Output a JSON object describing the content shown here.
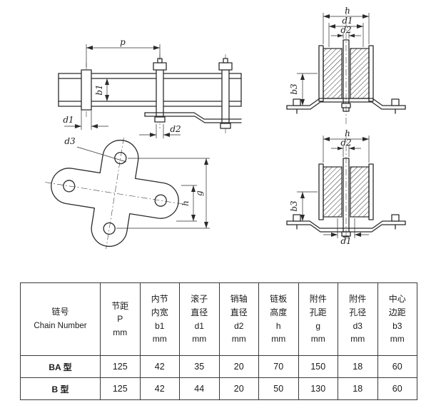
{
  "diagram": {
    "side_view": {
      "p": "p",
      "b1": "b1",
      "d1": "d1",
      "d2": "d2"
    },
    "section_top": {
      "h": "h",
      "d1": "d1",
      "d2": "d2",
      "b3": "b3"
    },
    "section_bottom": {
      "h": "h",
      "d2": "d2",
      "b3": "b3",
      "d1": "d1"
    },
    "plan_view": {
      "d3": "d3",
      "h": "h",
      "g": "g"
    }
  },
  "table": {
    "chain_col": {
      "cn": "链号",
      "en": "Chain Number"
    },
    "columns": [
      {
        "l1": "节距",
        "l2": "",
        "sym": "P",
        "unit": "mm"
      },
      {
        "l1": "内节",
        "l2": "内宽",
        "sym": "b1",
        "unit": "mm"
      },
      {
        "l1": "滚子",
        "l2": "直径",
        "sym": "d1",
        "unit": "mm"
      },
      {
        "l1": "销轴",
        "l2": "直径",
        "sym": "d2",
        "unit": "mm"
      },
      {
        "l1": "链板",
        "l2": "高度",
        "sym": "h",
        "unit": "mm"
      },
      {
        "l1": "附件",
        "l2": "孔距",
        "sym": "g",
        "unit": "mm"
      },
      {
        "l1": "附件",
        "l2": "孔径",
        "sym": "d3",
        "unit": "mm"
      },
      {
        "l1": "中心",
        "l2": "边距",
        "sym": "b3",
        "unit": "mm"
      }
    ],
    "rows": [
      {
        "name": "BA 型",
        "values": [
          "125",
          "42",
          "35",
          "20",
          "70",
          "150",
          "18",
          "60"
        ]
      },
      {
        "name": "B 型",
        "values": [
          "125",
          "42",
          "44",
          "20",
          "50",
          "130",
          "18",
          "60"
        ]
      }
    ]
  }
}
